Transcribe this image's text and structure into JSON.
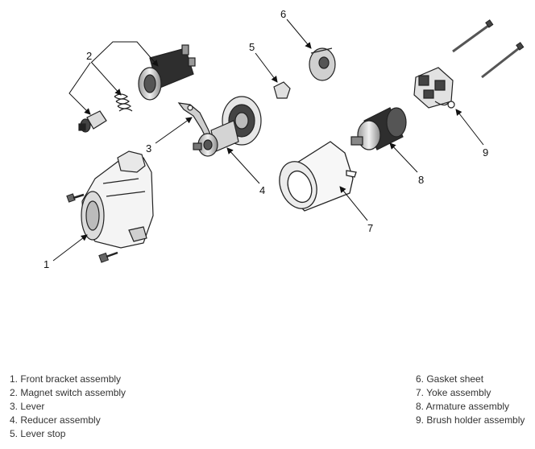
{
  "callouts": [
    "1",
    "2",
    "3",
    "4",
    "5",
    "6",
    "7",
    "8",
    "9"
  ],
  "legend": {
    "left": [
      "1. Front bracket assembly",
      "2. Magnet switch assembly",
      "3. Lever",
      "4. Reducer assembly",
      "5. Lever stop"
    ],
    "right": [
      "6. Gasket sheet",
      "7. Yoke assembly",
      "8. Armature assembly",
      "9. Brush holder assembly"
    ]
  }
}
